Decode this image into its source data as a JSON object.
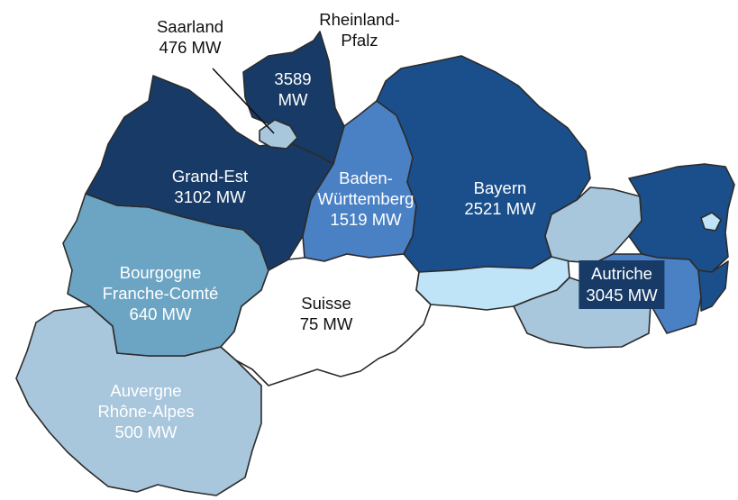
{
  "regions": {
    "saarland": {
      "line1": "Saarland",
      "line2": "476 MW",
      "color": "#a8c6dc"
    },
    "rheinland": {
      "line1": "Rheinland-",
      "line2": "Pfalz",
      "value": "3589",
      "unit": "MW",
      "color": "#173b66"
    },
    "grand_est": {
      "line1": "Grand-Est",
      "line2": "3102 MW",
      "color": "#173b66"
    },
    "baden": {
      "line1": "Baden-",
      "line2": "Württemberg",
      "line3": "1519 MW",
      "color": "#4a80c4"
    },
    "bayern": {
      "line1": "Bayern",
      "line2": "2521 MW",
      "color": "#1a4f8c"
    },
    "bourgogne": {
      "line1": "Bourgogne",
      "line2": "Franche-Comté",
      "line3": "640 MW",
      "color": "#6ca5c4"
    },
    "suisse": {
      "line1": "Suisse",
      "line2": "75 MW",
      "color": "#ffffff"
    },
    "auvergne": {
      "line1": "Auvergne",
      "line2": "Rhône-Alpes",
      "line3": "500 MW",
      "color": "#a8c6dc"
    },
    "autriche": {
      "line1": "Autriche",
      "line2": "3045 MW",
      "color": "#1a4f8c"
    }
  },
  "colors": {
    "austria_light": "#a8c6dc",
    "austria_pale": "#bfe4f7",
    "austria_mid": "#4a80c4",
    "border": "#2b2b2b"
  }
}
